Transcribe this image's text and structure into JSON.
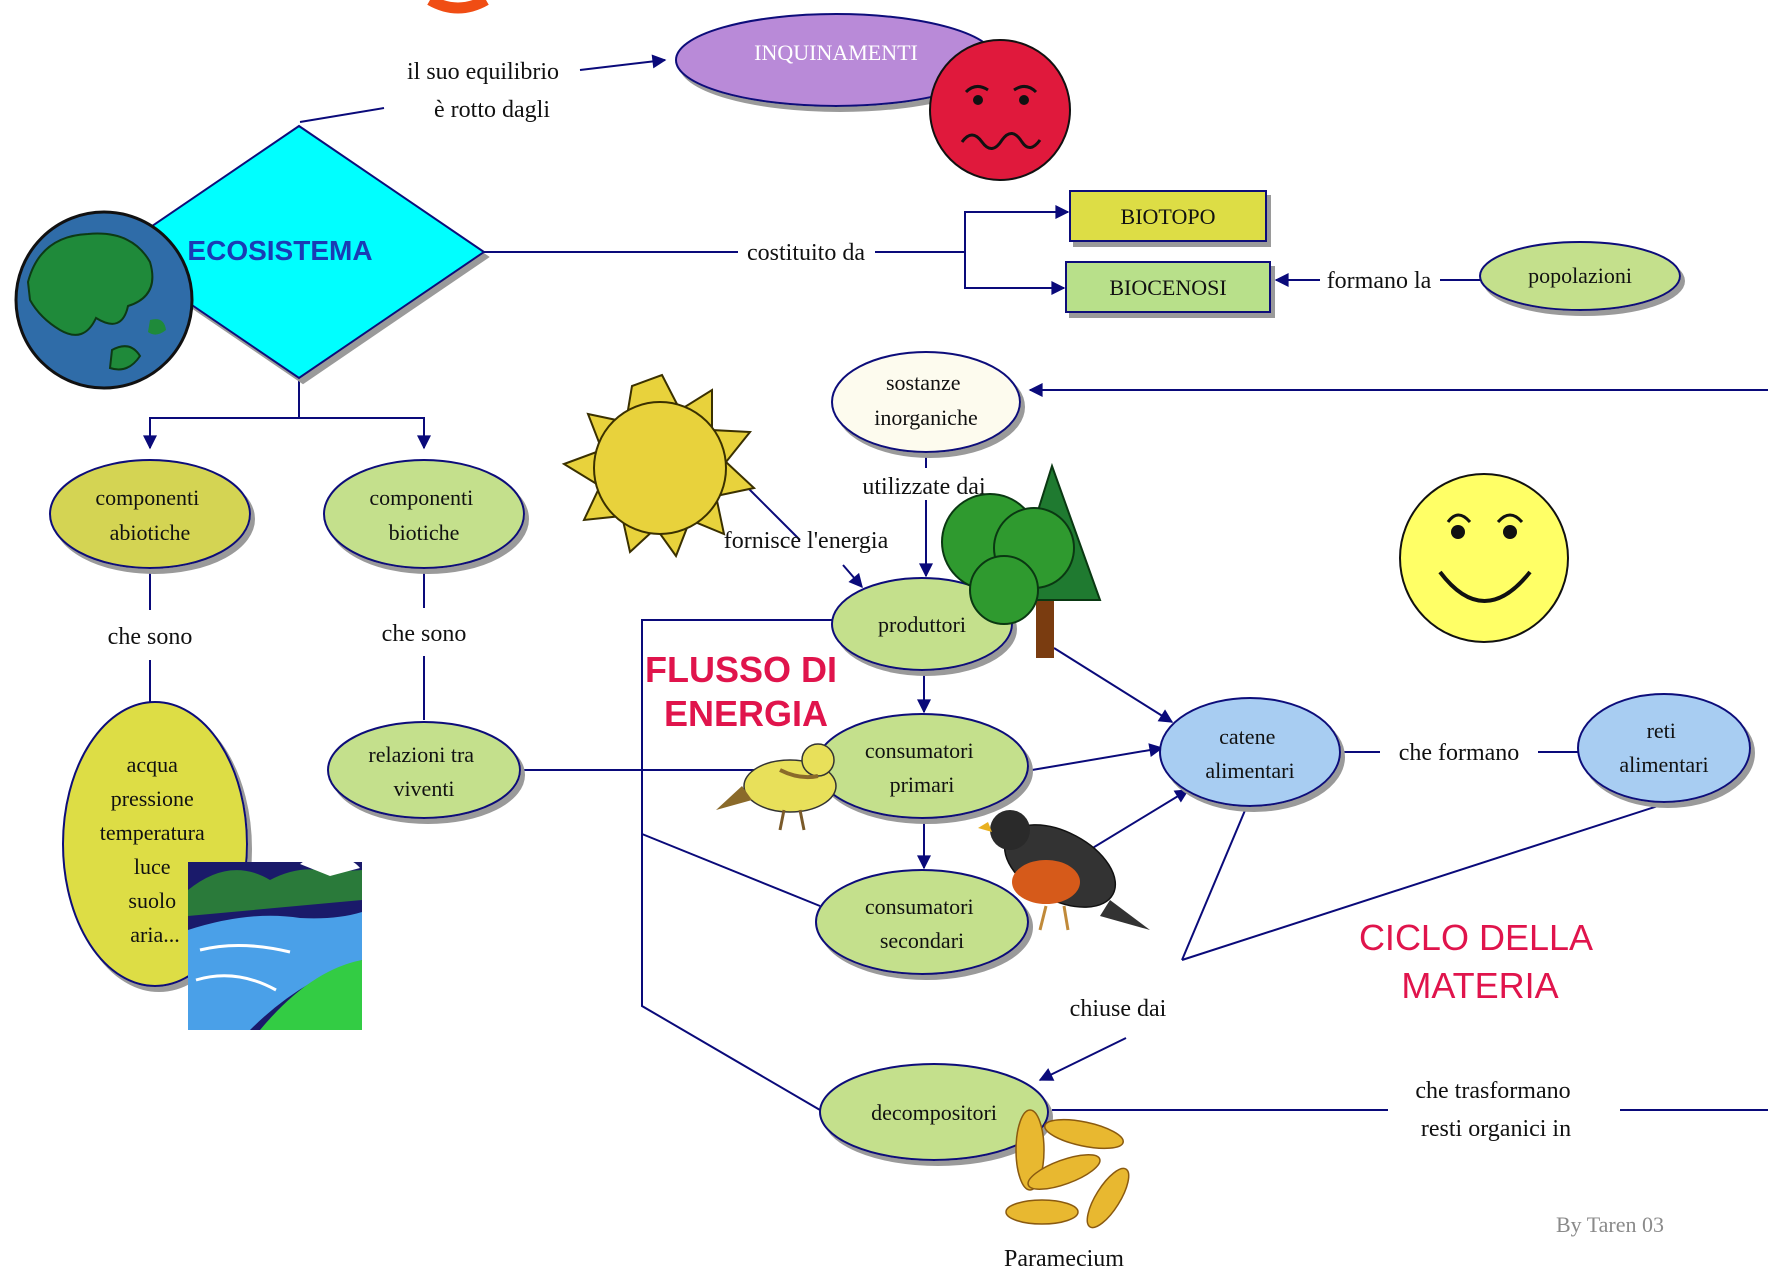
{
  "nodes": {
    "ecosistema": "ECOSISTEMA",
    "inquinamenti": "INQUINAMENTI",
    "biotopo": "BIOTOPO",
    "biocenosi": "BIOCENOSI",
    "popolazioni": "popolazioni",
    "componenti_abiotiche": [
      "componenti",
      "abiotiche"
    ],
    "componenti_biotiche": [
      "componenti",
      "biotiche"
    ],
    "abiotic_list": [
      "acqua",
      "pressione",
      "temperatura",
      "luce",
      "suolo",
      "aria..."
    ],
    "relazioni": [
      "relazioni tra",
      "viventi"
    ],
    "sostanze": [
      "sostanze",
      "inorganiche"
    ],
    "produttori": "produttori",
    "consumatori_primari": [
      "consumatori",
      "primari"
    ],
    "consumatori_secondari": [
      "consumatori",
      "secondari"
    ],
    "catene": [
      "catene",
      "alimentari"
    ],
    "reti": [
      "reti",
      "alimentari"
    ],
    "decompositori": "decompositori"
  },
  "labels": {
    "equilibrio": [
      "il suo equilibrio",
      "è rotto dagli"
    ],
    "costituito": "costituito da",
    "formano_la": "formano la",
    "che_sono_1": "che sono",
    "che_sono_2": "che sono",
    "utilizzate": "utilizzate dai",
    "fornisce": "fornisce l'energia",
    "che_formano": "che formano",
    "chiuse": "chiuse dai",
    "trasformano": [
      "che trasformano",
      "resti organici in"
    ],
    "paramecium": "Paramecium",
    "credit": "By Taren 03"
  },
  "headings": {
    "flusso": [
      "FLUSSO DI",
      "ENERGIA"
    ],
    "ciclo": [
      "CICLO DELLA",
      "MATERIA"
    ]
  },
  "icons": [
    "globe-icon",
    "sad-face-icon",
    "sun-icon",
    "smiley-face-icon",
    "tree-icon",
    "finch-icon",
    "robin-icon",
    "landscape-icon",
    "paramecium-icon"
  ],
  "colors": {
    "line": "#0a0a7a",
    "diamond": "#00ffff",
    "ecosistema_text": "#1a3cb4",
    "inquinamenti": "#b98ad8",
    "biotopo": "#dddd44",
    "biocenosi": "#b8e08a",
    "olive_ellipse": "#d4d452",
    "green_ellipse": "#c4e08c",
    "blue_ellipse": "#a8cdf2",
    "cream_ellipse": "#fdfbee",
    "heading_red": "#e0144c",
    "sad_face": "#e0193c",
    "smiley": "#ffff66"
  }
}
